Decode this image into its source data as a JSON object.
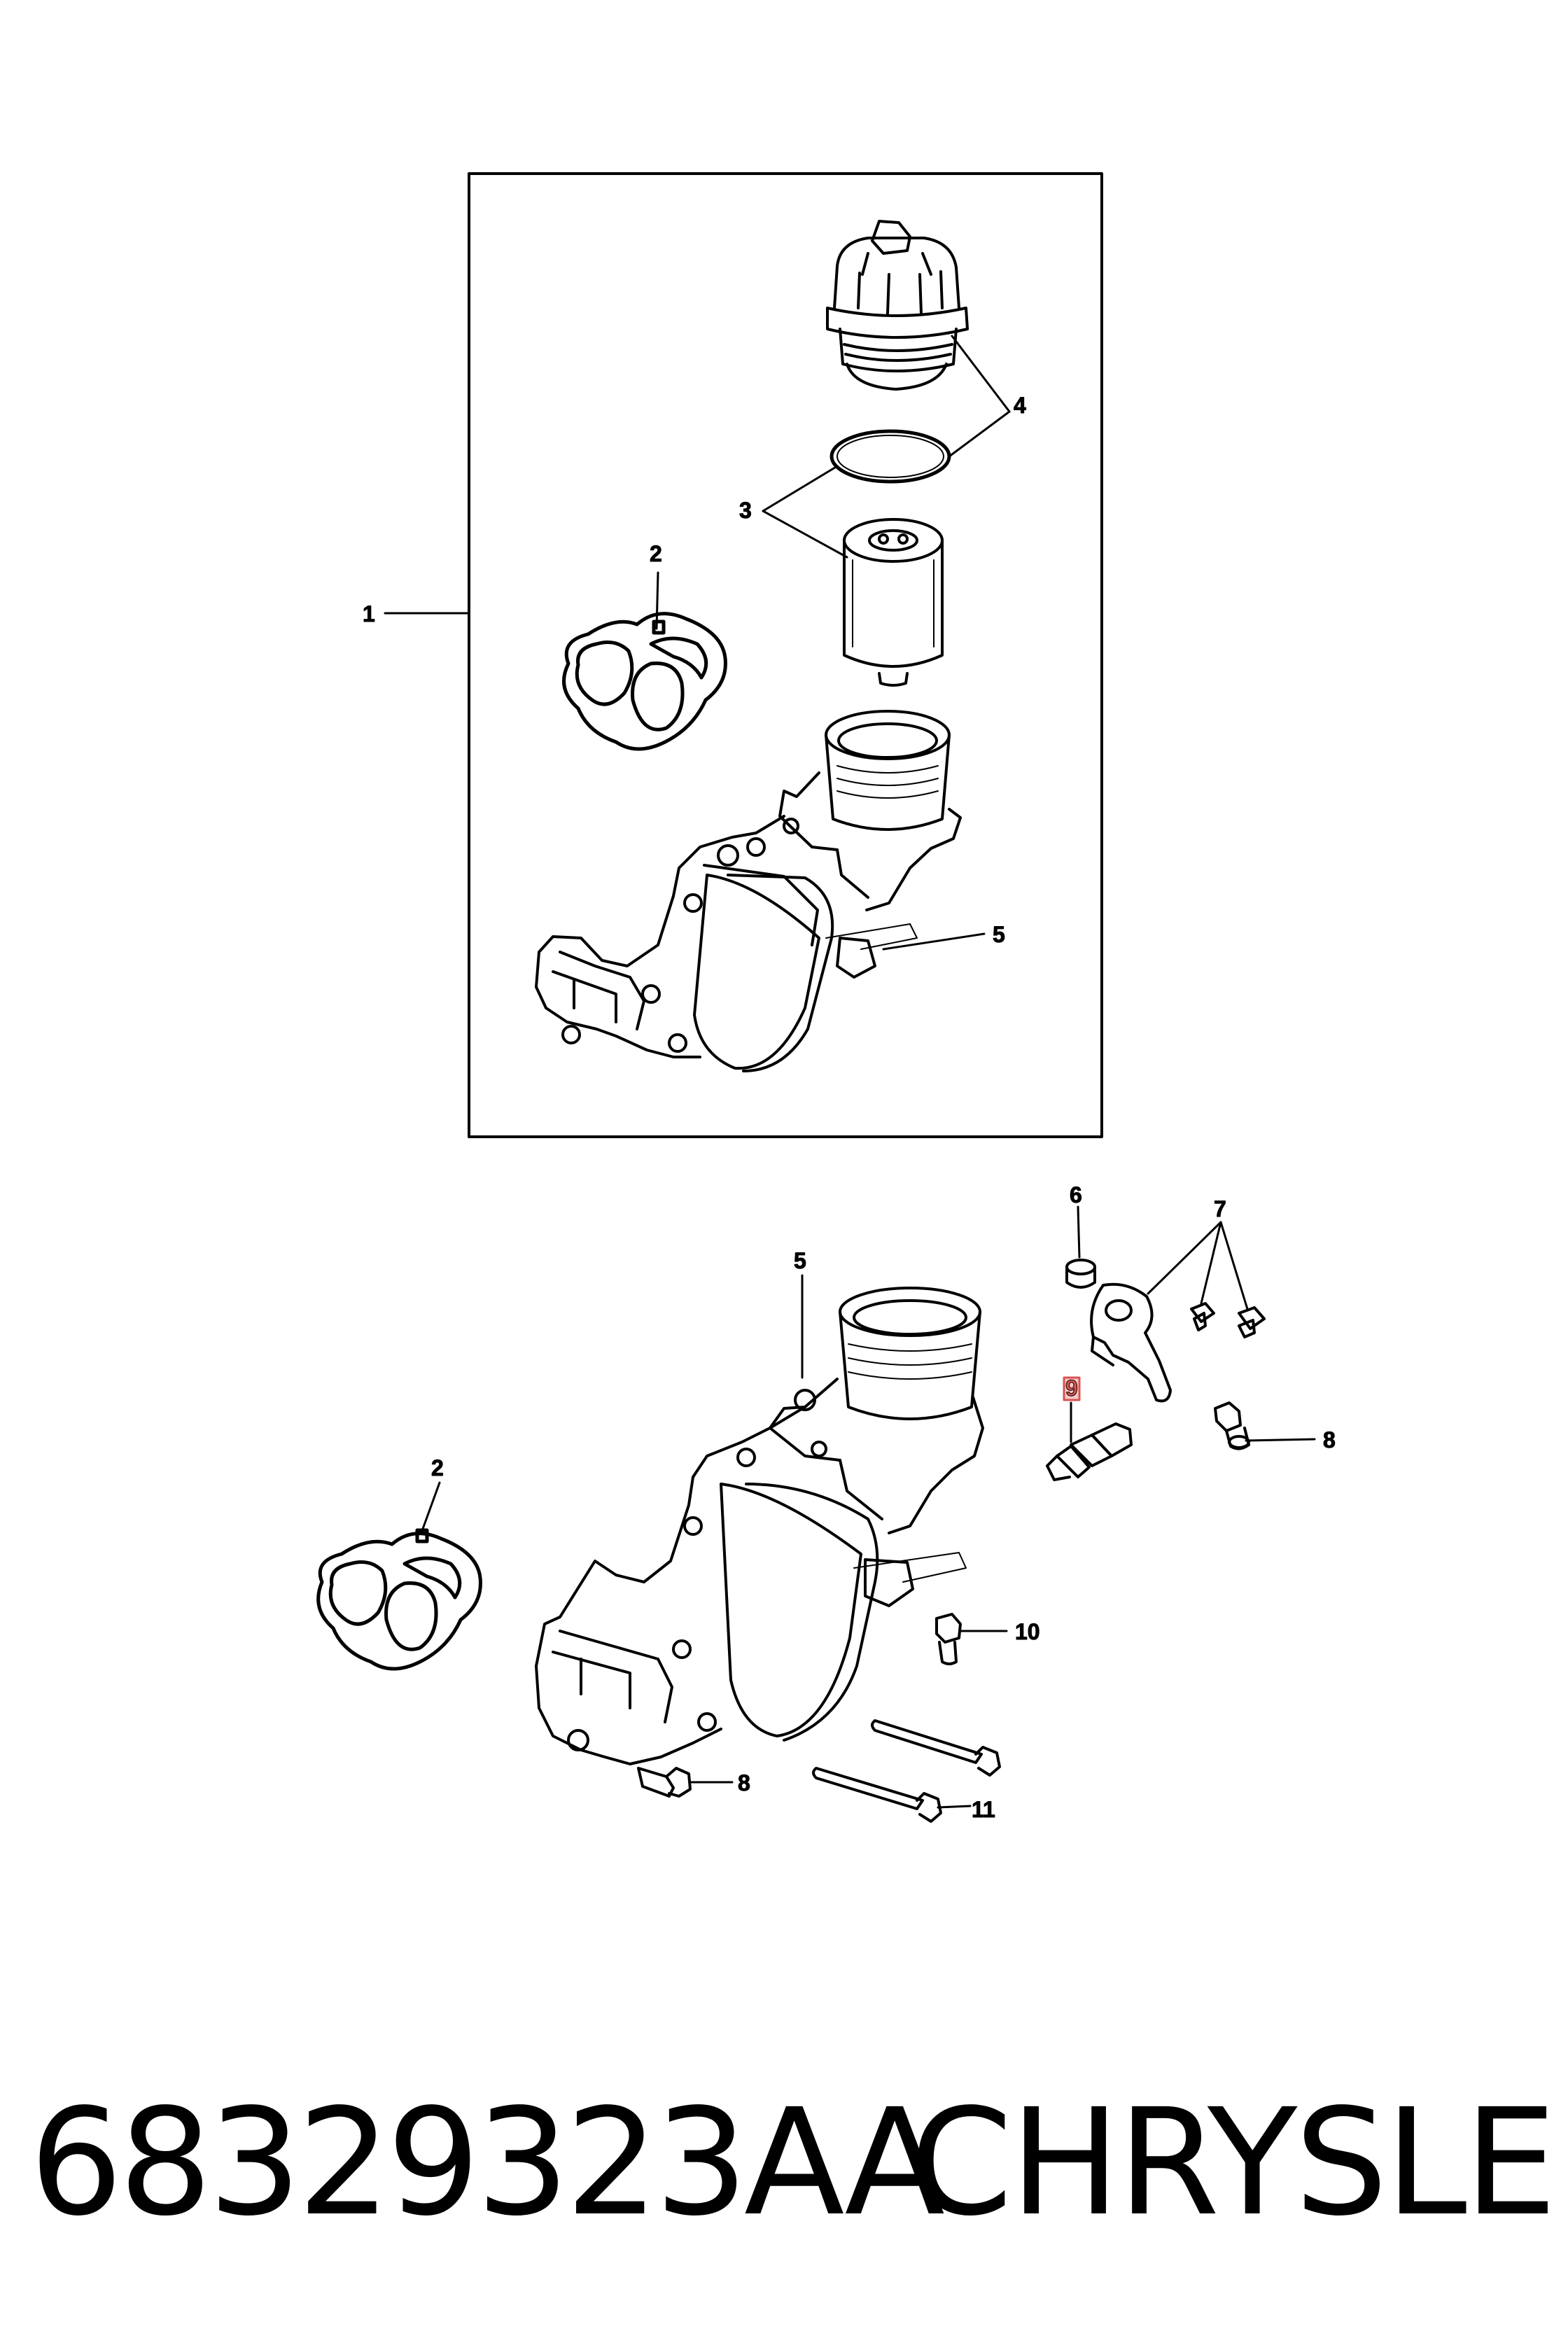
{
  "callouts": {
    "c1": "1",
    "c2_top": "2",
    "c3": "3",
    "c4": "4",
    "c5_top": "5",
    "c6": "6",
    "c7": "7",
    "c5_bottom": "5",
    "c2_bottom": "2",
    "c9": "9",
    "c8_right": "8",
    "c10": "10",
    "c8_bottom": "8",
    "c11": "11"
  },
  "footer": {
    "part_number": "68329323AA",
    "brand": "CHRYSLER"
  },
  "colors": {
    "ink": "#000000",
    "highlight": "#d9534f",
    "highlight_fill": "#f6c9c9"
  }
}
